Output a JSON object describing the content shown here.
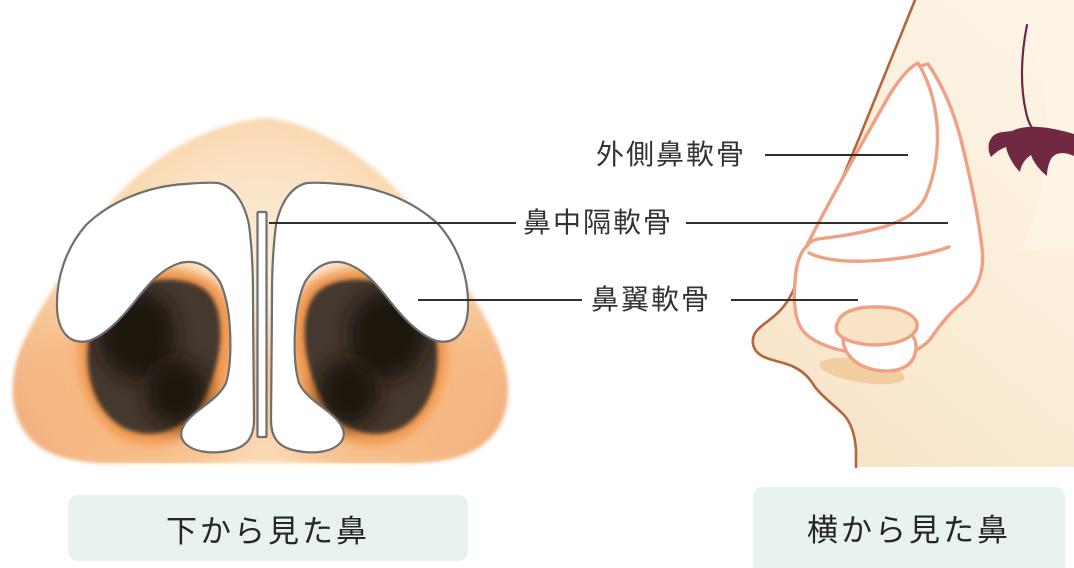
{
  "figure": {
    "type": "nose anatomy medical illustration",
    "views": [
      "bottom view of nose",
      "side view of nose"
    ]
  },
  "annotation_labels": [
    {
      "id": "lateral-nasal-cartilage",
      "text": "外側鼻軟骨"
    },
    {
      "id": "septal-nasal-cartilage",
      "text": "鼻中隔軟骨"
    },
    {
      "id": "alar-cartilage",
      "text": "鼻翼軟骨"
    }
  ],
  "captions": {
    "bottom_view": "下から見た鼻",
    "side_view": "横から見た鼻"
  },
  "colors": {
    "label_text": "#333333",
    "leader_line": "#2f2f2f",
    "caption_bg": "#e7f2f1",
    "caption_text": "#262626",
    "cartilage_fill": "#ffffff",
    "cartilage_outline": "#6f6f6f",
    "skin_highlight": "#fdf0dd",
    "skin_edge_orange": "#efa470",
    "nostril_rim_orange": "#f0984f",
    "nostril_dark": "#45392e",
    "nostril_darkest": "#1a120a",
    "profile_skin": "#fbeed9",
    "profile_outline_brown": "#b2673c",
    "profile_cartilage_outline": "#f0a183",
    "eyelash_maroon": "#702843",
    "nostril_shadow": "#f3cda2"
  }
}
